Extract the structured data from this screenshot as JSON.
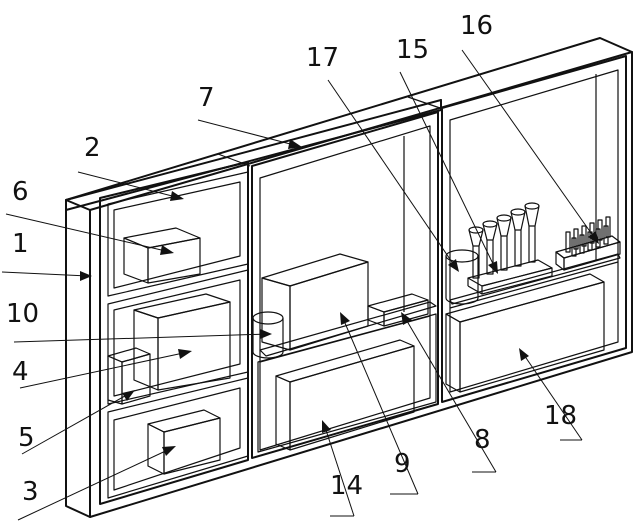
{
  "figure": {
    "callouts": [
      {
        "id": "c1",
        "text": "1"
      },
      {
        "id": "c2",
        "text": "2"
      },
      {
        "id": "c3",
        "text": "3"
      },
      {
        "id": "c4",
        "text": "4"
      },
      {
        "id": "c5",
        "text": "5"
      },
      {
        "id": "c6",
        "text": "6"
      },
      {
        "id": "c7",
        "text": "7"
      },
      {
        "id": "c8",
        "text": "8"
      },
      {
        "id": "c9",
        "text": "9"
      },
      {
        "id": "c10",
        "text": "10"
      },
      {
        "id": "c14",
        "text": "14"
      },
      {
        "id": "c15",
        "text": "15"
      },
      {
        "id": "c16",
        "text": "16"
      },
      {
        "id": "c17",
        "text": "17"
      },
      {
        "id": "c18",
        "text": "18"
      }
    ]
  }
}
